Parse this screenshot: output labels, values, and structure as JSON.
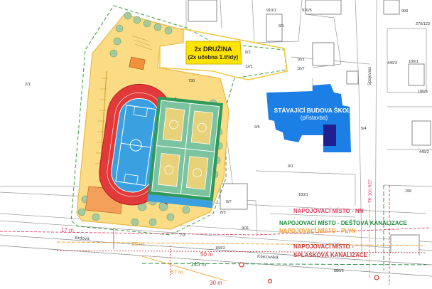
{
  "buildings": {
    "druzina": {
      "line1": "2x DRUŽINA",
      "line2": "(2x učebna 1.třídy)"
    },
    "school": {
      "line1": "STÁVAJÍCÍ BUDOVA ŠKOLY",
      "line2": "(přístavba)"
    }
  },
  "connections": {
    "nn": "NAPOJOVACÍ MÍSTO - NN",
    "rain": "NAPOJOVACÍ MÍSTO - DEŠŤOVÁ KANALIZACE",
    "gas": "NAPOJOVACÍ MÍSTO - PLYN",
    "sewer1": "NAPOJOVACÍ MÍSTO -",
    "sewer2": "SPLAŠKOVÁ KANALIZACE"
  },
  "distances": {
    "d17": "17 m",
    "d95": "95 m",
    "d50": "50 m",
    "d143": "143 m",
    "d67": "67 m",
    "d30": "30 m"
  },
  "streets": {
    "zapadni": "Brdová",
    "klicova": "Klacovská",
    "spojovaci": "Spojovací",
    "trc": "TR 300 REF"
  },
  "parcels": {
    "p2_1": "2/1",
    "p730": "730",
    "p8_2": "8/2",
    "p12_1": "12/1",
    "p10_1": "10/1",
    "p10_7": "10/7",
    "p9_6": "9/6",
    "p9_1": "9/1",
    "p9_7": "9/7",
    "p9_11": "9/11",
    "p7_3": "7/3",
    "p183_2": "183/2",
    "p9_4": "9/4",
    "p8_1": "8/1",
    "p910_1": "910/1",
    "p910_5": "910/5",
    "p993": "993",
    "p445_3": "445/3",
    "p180_1": "180/1",
    "p180_6": "180/6",
    "p445_2": "445/2",
    "p183_1": "183/1",
    "p196": "196",
    "p886_2": "886/2",
    "p270": "270/123",
    "p8_3": "8/3"
  },
  "colors": {
    "site_fill": "#fbdc84",
    "site_edge": "#e9b84a",
    "green_edge": "#3c9a3c",
    "track": "#e23a3a",
    "field": "#3aa0e0",
    "court": "#7cc3a0",
    "court_frame": "#2f9a5a",
    "school": "#1c7fe6",
    "school_dark": "#1f1f8f",
    "druzina": "#ffe400",
    "label_nn": "#e0446a",
    "label_rain": "#1c8a3a",
    "label_gas": "#f29f2a",
    "label_sewer": "#c83a3a"
  }
}
